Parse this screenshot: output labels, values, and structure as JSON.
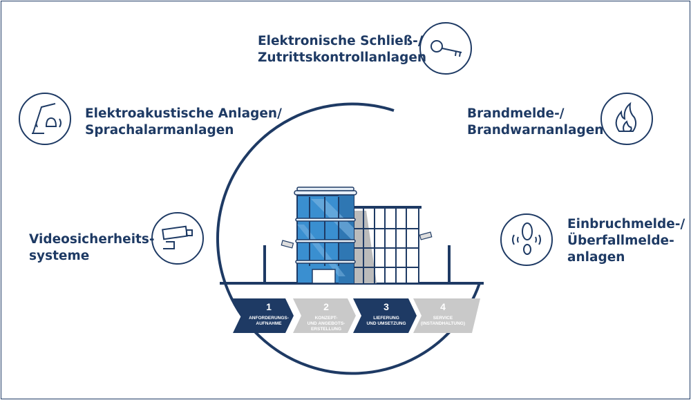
{
  "colors": {
    "navy": "#1e3a64",
    "blue": "#3a8fd0",
    "gray": "#c9c9c9"
  },
  "systems": [
    {
      "line1": "Elektronische Schließ-/",
      "line2": "Zutrittskontrollanlagen",
      "icon": "key-icon"
    },
    {
      "line1": "Elektroakustische Anlagen/",
      "line2": "Sprachalarmanlagen",
      "icon": "lamp-bell-icon"
    },
    {
      "line1": "Brandmelde-/",
      "line2": "Brandwarnanlagen",
      "icon": "flame-icon"
    },
    {
      "line1": "Videosicherheits-",
      "line2": "systeme",
      "icon": "camera-icon"
    },
    {
      "line1": "Einbruchmelde-/",
      "line2": "Überfallmelde-",
      "line3": "anlagen",
      "icon": "footprint-icon"
    }
  ],
  "steps": [
    {
      "num": "1",
      "l1": "ANFORDERUNGS-",
      "l2": "AUFNAHME",
      "l3": "",
      "active": true
    },
    {
      "num": "2",
      "l1": "KONZEPT-",
      "l2": "UND ANGEBOTS-",
      "l3": "ERSTELLUNG",
      "active": false
    },
    {
      "num": "3",
      "l1": "LIEFERUNG",
      "l2": "UND UMSETZUNG",
      "l3": "",
      "active": true
    },
    {
      "num": "4",
      "l1": "SERVICE",
      "l2": "(INSTANDHALTUNG)",
      "l3": "",
      "active": false
    }
  ]
}
